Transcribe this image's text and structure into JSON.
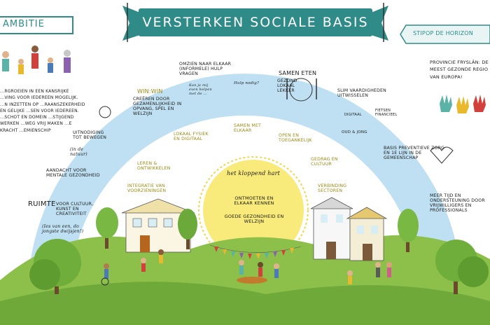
{
  "title": "Versterken sociale basis",
  "ambitie": {
    "heading": "Ambitie",
    "text": "...rgroeien in een kansrijke ...ving voor iedereen mogelijk. ...n inzetten op ...raanszekerheid en gelijke ...sen voor iedereen. ...schot en domein ...stijgend werken ...weg vrij maken ...e kracht ...emienschip"
  },
  "stipop": {
    "heading": "Stipop de horizon",
    "text": "Provincie Fryslân: de meest gezonde regio van Europa!"
  },
  "heart": {
    "title": "het kloppend hart",
    "line1": "Ontmoeten en elkaar kennen",
    "line2": "Goede gezondheid en welzijn"
  },
  "outer_labels": {
    "ruimte": "Ruimte",
    "ruimte_rest": "voor cultuur, kunst en creativiteit",
    "ruimte_quote": "(Ies van een, do jongste dwijsjen!)",
    "aandacht": "Aandacht voor mentale gezondheid",
    "uitnodiging": "Uitnodiging tot bewegen",
    "uitnodiging_note": "(in de natuur)",
    "winwin": "Win:Win",
    "winwin_text": "Creëren door gezamenlijkheid in opvang, spel en welzijn",
    "omzien": "Omzien naar elkaar (informele) hulp vragen",
    "omzien_note": "Kan je mij even helpen met de ...",
    "hulp": "Hulp nodig?",
    "samen_eten": "Samen eten",
    "samen_eten_sub": "Gezond lokaal lekker",
    "slim": "Slim vaardigheden uitwisselen",
    "digital": "Digitaal",
    "fietsen": "Fietsen financieel",
    "oud_jong": "Oud & Jong",
    "basis": "Basis preventieve zorg en 1e lijn in de gemeenschap",
    "meer_tijd": "Meer tijd en ondersteuning door vrijwilligers en professionals"
  },
  "inner_labels": {
    "lokaal": "Lokaal fysiek en digitaal",
    "samen_met": "Samen met elkaar",
    "open": "Open en toegankelijk",
    "leren": "Leren & ontwikkelen",
    "gedrag": "Gedrag en cultuur",
    "integratie": "Integratie van voorzieningen",
    "verbinding": "Verbinding sectoren"
  },
  "colors": {
    "banner": "#2e8b88",
    "arc": "#bfe0f3",
    "heart": "#f9ea7c",
    "grass": "#8cc04a",
    "accent": "#b3a21d"
  }
}
